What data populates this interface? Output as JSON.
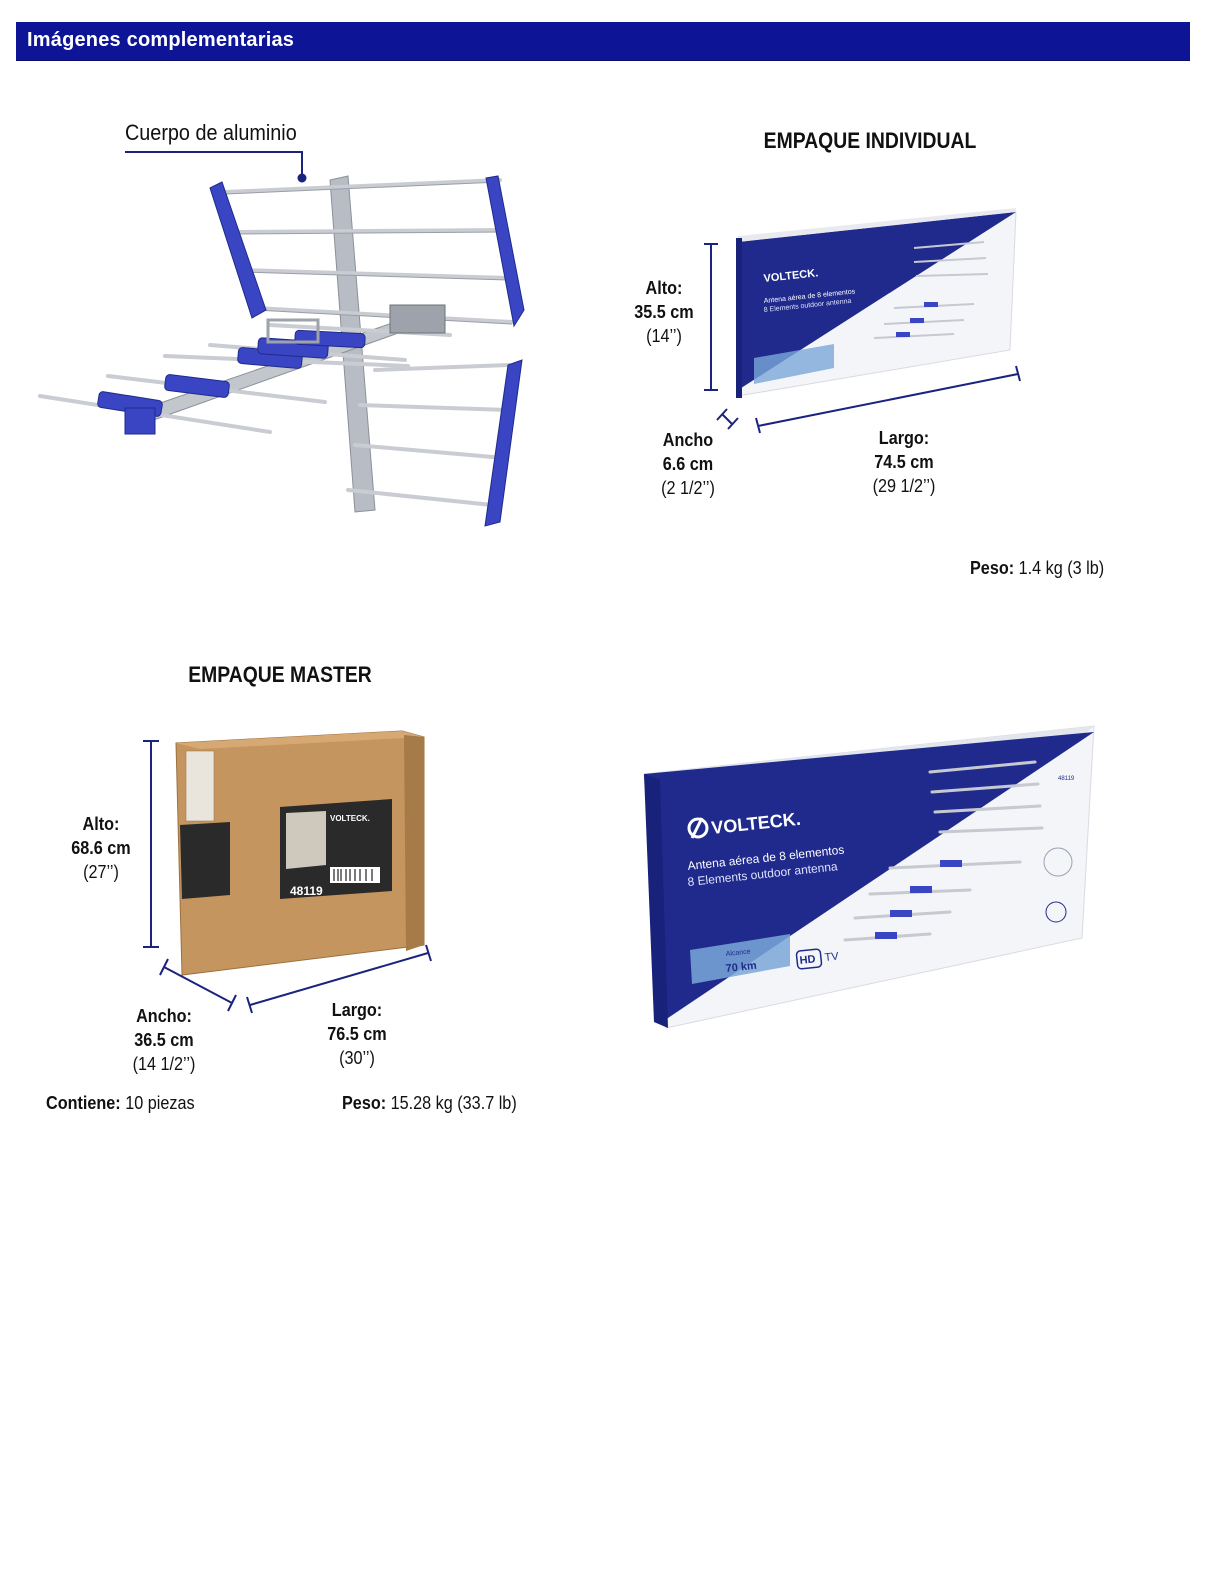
{
  "header": {
    "title": "Imágenes complementarias"
  },
  "product": {
    "callout": "Cuerpo de aluminio"
  },
  "individual": {
    "title": "EMPAQUE INDIVIDUAL",
    "alto": {
      "label": "Alto:",
      "metric": "35.5 cm",
      "imperial": "(14’’)"
    },
    "ancho": {
      "label": "Ancho",
      "metric": "6.6 cm",
      "imperial": "(2 1/2’’)"
    },
    "largo": {
      "label": "Largo:",
      "metric": "74.5 cm",
      "imperial": "(29 1/2’’)"
    },
    "peso": {
      "label": "Peso:",
      "value": " 1.4 kg (3 lb)"
    }
  },
  "master": {
    "title": "EMPAQUE MASTER",
    "alto": {
      "label": "Alto:",
      "metric": "68.6 cm",
      "imperial": "(27’’)"
    },
    "ancho": {
      "label": "Ancho:",
      "metric": "36.5 cm",
      "imperial": "(14 1/2’’)"
    },
    "largo": {
      "label": "Largo:",
      "metric": "76.5 cm",
      "imperial": "(30’’)"
    },
    "contiene": {
      "label": "Contiene:",
      "value": " 10 piezas"
    },
    "peso": {
      "label": "Peso:",
      "value": " 15.28 kg (33.7 lb)"
    }
  },
  "box": {
    "brand": "VOLTECK.",
    "line1": "Antena aérea de 8 elementos",
    "line2": "8 Elements outdoor antenna",
    "range_small": "Alcance",
    "range": "70 km",
    "hd": "HD",
    "tv": "TV",
    "code": "48119"
  },
  "colors": {
    "header_bg": "#0d1596",
    "brand_blue": "#1f2a8c",
    "antenna_blue": "#3a45c4",
    "cardboard": "#c4955f"
  }
}
